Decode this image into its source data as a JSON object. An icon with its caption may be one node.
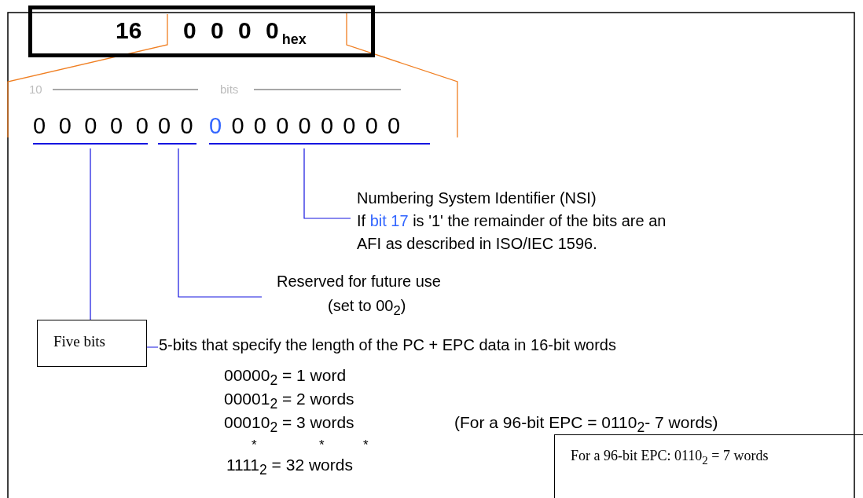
{
  "diagram": {
    "nodes": [
      {
        "text": [
          "16",
          "0 0 0 0$_{hex}$"
        ]
      },
      {
        "text": [
          "0 0 0 0 0"
        ]
      },
      {
        "text": [
          "0 0"
        ]
      },
      {
        "text": [
          "0 0 0 0 0 0 0 0 0"
        ]
      },
      {
        "text": [
          "Numbering System Identifier (NSI)",
          "If",
          "bit 17",
          "is '1' the remainder of the bits are an AFI as described in ISO/IEC 1596."
        ]
      },
      {
        "text": [
          "Reserved for future use",
          "(set to 00$_{2}$)"
        ]
      },
      {
        "text": [
          "Five bits"
        ]
      },
      {
        "text": [
          "5-bits that specify the length of the PC + EPC data in 16-bit words"
        ]
      },
      {
        "text": [
          "For a 96-bit EPC: 0110$_{2}$ = 7 words"
        ]
      }
    ],
    "edges": [
      {
        "from": 3,
        "to": 4,
        "arrow": "none"
      },
      {
        "from": 2,
        "to": 5,
        "arrow": "none"
      },
      {
        "from": 1,
        "to": 7,
        "arrow": "none"
      }
    ],
    "labels": [
      "10",
      "bits",
      "00000$_{2}$ = 1 word",
      "00001$_{2}$ = 2 words",
      "00010$_{2}$ = 3 words",
      "(For a 96-bit EPC = 0110$_{2}$- 7 words)",
      "*",
      "*",
      "*",
      "1111$_{2}$ = 32 words"
    ]
  }
}
